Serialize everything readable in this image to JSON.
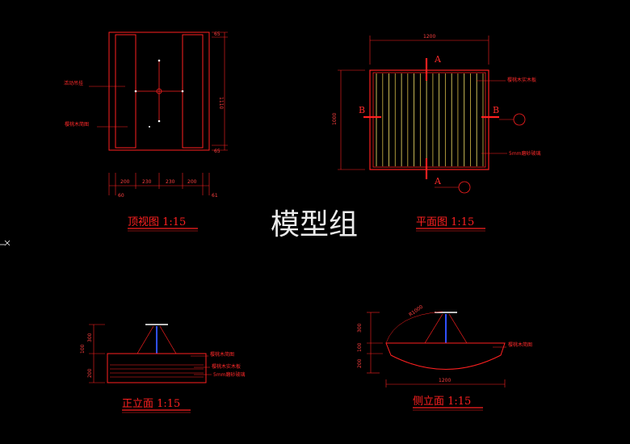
{
  "watermark": "模型组",
  "views": {
    "top": {
      "title": "顶视图 1:15",
      "labels": {
        "fixture": "活动吊挂",
        "frame": "樱桃木简图"
      },
      "dims": {
        "d1": "200",
        "d2": "230",
        "d3": "230",
        "d4": "200",
        "left_small": "60",
        "right_small": "61",
        "height": "1110",
        "top_small": "65",
        "bottom_small": "65"
      }
    },
    "plan": {
      "title": "平面图 1:15",
      "section_a": "A",
      "section_b": "B",
      "labels": {
        "slats": "樱桃木实木板",
        "glass": "5mm磨砂玻璃"
      },
      "dims": {
        "width": "1200",
        "height": "1000"
      }
    },
    "front": {
      "title": "正立面 1:15",
      "labels": {
        "frame": "樱桃木简图",
        "slats": "樱桃木实木板",
        "glass": "5mm磨砂玻璃"
      },
      "dims": {
        "top": "300",
        "mid": "100",
        "bottom": "200"
      }
    },
    "side": {
      "title": "侧立面 1:15",
      "labels": {
        "frame": "樱桃木简图"
      },
      "dims": {
        "top": "300",
        "mid": "100",
        "bottom": "200",
        "width": "1200",
        "diag": "R1000"
      }
    }
  },
  "colors": {
    "background": "#000000",
    "line": "#ff2020",
    "slat": "#e0d060",
    "blue": "#3050ff",
    "white": "#ffffff"
  }
}
